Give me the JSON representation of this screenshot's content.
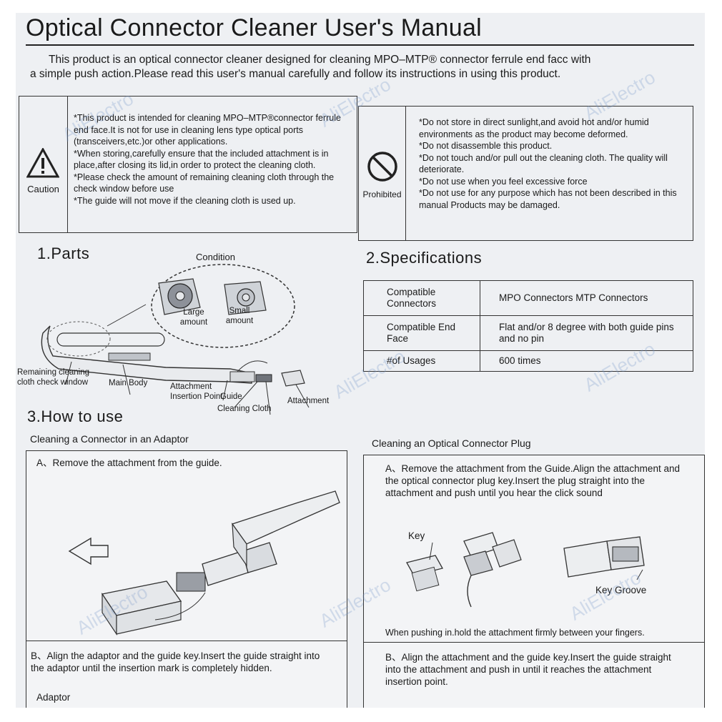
{
  "document": {
    "title": "Optical Connector Cleaner User's Manual",
    "intro": [
      "This product is an optical connector cleaner designed for cleaning MPO–MTP® connector ferrule end facc with",
      "a simple push action.Please read this user's manual carefully and follow its instructions in using this product."
    ],
    "caution": {
      "label": "Caution",
      "notes": [
        "*This product is intended for cleaning MPO–MTP®connector ferrule end face.It is not for use in cleaning lens type optical ports (transceivers,etc.)or other applications.",
        "*When storing,carefully ensure that the included attachment is in place,after closing its lid,in order to protect the cleaning cloth.",
        "*Please check the amount of remaining cleaning cloth through the check window before use",
        "*The guide will not move if the cleaning cloth is used up."
      ]
    },
    "prohibited": {
      "label": "Prohibited",
      "notes": [
        "*Do not store in direct sunlight,and avoid hot and/or humid environments as the product may become deformed.",
        "*Do not disassemble this product.",
        "*Do not touch and/or pull out the cleaning cloth. The quality will deteriorate.",
        "*Do not use when you feel excessive force",
        "*Do not use for any purpose which has not been described in this manual Products may be damaged."
      ]
    },
    "parts": {
      "heading": "1.Parts",
      "condition": "Condition",
      "large_amount": "Large amount",
      "small_amount": "Small amount",
      "check_window": "Remaining cleaning cloth check window",
      "main_body": "Main Body",
      "insertion_point": "Attachment Insertion Point",
      "guide": "Guide",
      "cleaning_cloth": "Cleaning Cloth",
      "attachment": "Attachment"
    },
    "specs": {
      "heading": "2.Specifications",
      "rows": [
        {
          "label": "Compatible Connectors",
          "value": "MPO Connectors MTP Connectors"
        },
        {
          "label": "Compatible End Face",
          "value": "Flat and/or 8 degree with both guide pins and no pin"
        },
        {
          "label": "#of Usages",
          "value": "600 times"
        }
      ]
    },
    "howto": {
      "heading": "3.How to use",
      "adaptor_title": "Cleaning a Connector in an Adaptor",
      "plug_title": "Cleaning an Optical Connector Plug",
      "adaptor_step_a": "A、Remove the attachment from the guide.",
      "adaptor_step_b": "B、Align the adaptor and the guide key.Insert the guide straight into the adaptor until the insertion mark is completely hidden.",
      "adaptor_label": "Adaptor",
      "plug_step_a": "A、Remove the attachment from the Guide.Align the attachment and the optical connector plug key.Insert the plug straight into the attachment and push until you hear the click sound",
      "key_label": "Key",
      "key_groove_label": "Key Groove",
      "pushing_note": "When pushing in.hold the attachment firmly between your fingers.",
      "plug_step_b": "B、Align the attachment and the guide key.Insert the guide straight into the attachment and push in until it reaches the attachment insertion point."
    },
    "watermark": "AliElectro"
  }
}
